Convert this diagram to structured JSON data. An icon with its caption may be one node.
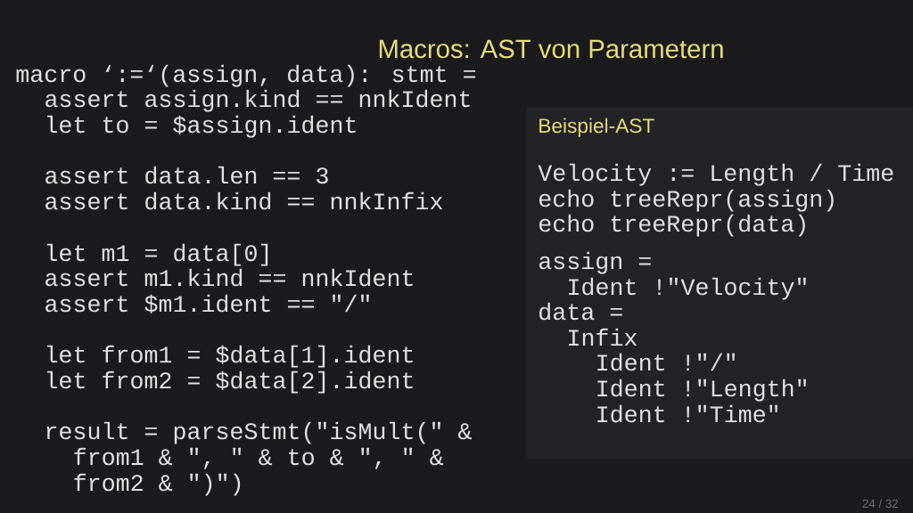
{
  "diagram": {
    "title": "Macros: AST von Parametern",
    "nodes": [
      {
        "text": [
          "Beispiel-AST",
          "Velocity := Length / Time",
          "echo treeRepr(assign)",
          "echo treeRepr(data)",
          "assign =",
          "Ident !\"Velocity\"",
          "data =",
          "Infix",
          "Ident !\"/\"",
          "Ident !\"Length\"",
          "Ident !\"Time\""
        ]
      }
    ],
    "labels": [
      "macro ‘:=‘(assign, data): stmt =",
      "assert assign.kind == nnkIdent",
      "let to = $assign.ident",
      "assert data.len == 3",
      "assert data.kind == nnkInfix",
      "let m1 = data[0]",
      "assert m1.kind == nnkIdent",
      "assert $m1.ident == \"/\"",
      "let from1 = $data[1].ident",
      "let from2 = $data[2].ident",
      "result = parseStmt(\"isMult(\" &",
      "from1 & \", \" & to & \", \" &",
      "from2 & \")\")",
      "24 / 32"
    ]
  }
}
